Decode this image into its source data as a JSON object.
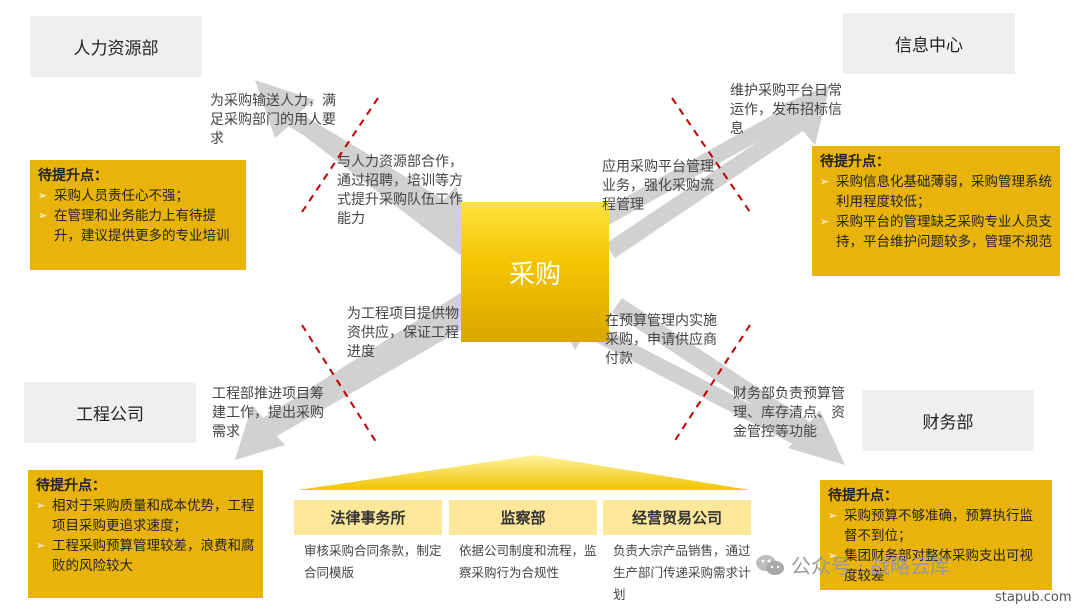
{
  "departments": {
    "hr": "人力资源部",
    "info": "信息中心",
    "engineering": "工程公司",
    "finance": "财务部"
  },
  "center_label": "采购",
  "flows": {
    "hr_out": "为采购输送人力，满足采购部门的用人要求",
    "hr_in": "与人力资源部合作，通过招聘，培训等方式提升采购队伍工作能力",
    "info_out": "维护采购平台日常运作，发布招标信息",
    "info_in": "应用采购平台管理业务，强化采购流程管理",
    "eng_in": "为工程项目提供物资供应，保证工程进度",
    "eng_out": "工程部推进项目筹建工作，提出采购需求",
    "fin_in": "在预算管理内实施采购，申请供应商付款",
    "fin_out": "财务部负责预算管理、库存清点、资金管控等功能"
  },
  "improvement_title": "待提升点：",
  "improvements": {
    "hr": [
      "采购人员责任心不强；",
      "在管理和业务能力上有待提升，建议提供更多的专业培训"
    ],
    "info": [
      "采购信息化基础薄弱，采购管理系统利用程度较低；",
      "采购平台的管理缺乏采购专业人员支持，平台维护问题较多，管理不规范"
    ],
    "engineering": [
      "相对于采购质量和成本优势，工程项目采购更追求速度；",
      "工程采购预算管理较差，浪费和腐败的风险较大"
    ],
    "finance": [
      "采购预算不够准确，预算执行监督不到位；",
      "集团财务部对整体采购支出可视度较差"
    ]
  },
  "support_units": [
    {
      "name": "法律事务所",
      "desc": "审核采购合同条款，制定合同模版"
    },
    {
      "name": "监察部",
      "desc": "依据公司制度和流程，监察采购行为合规性"
    },
    {
      "name": "经营贸易公司",
      "desc": "负责大宗产品销售，通过生产部门传递采购需求计划"
    }
  ],
  "watermark": "公众号 · 战略云库",
  "url": "stapub.com",
  "colors": {
    "accent": "#e8b40c",
    "center": "#f2c400",
    "arrow": "#cccccc",
    "dashed": "#c00000",
    "subhead": "#fce79a"
  }
}
